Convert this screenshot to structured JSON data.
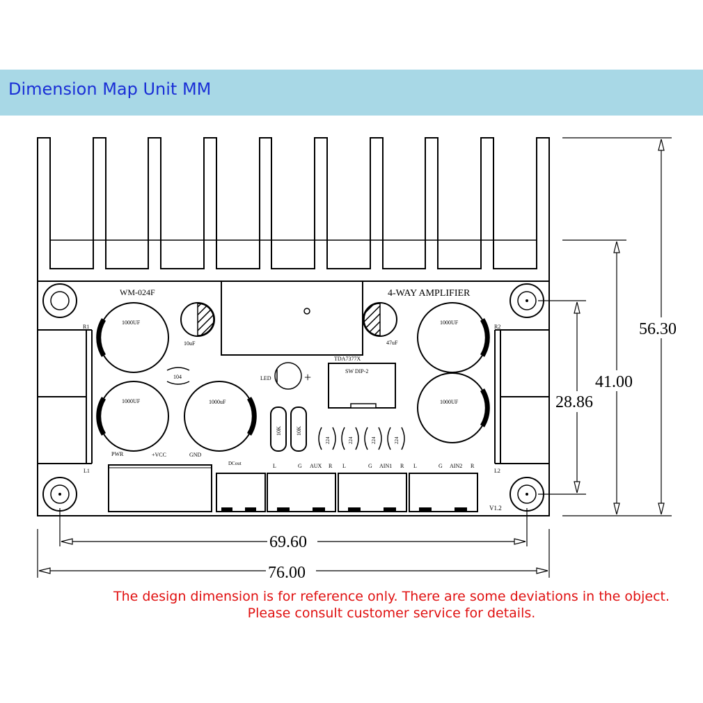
{
  "banner": {
    "title": "Dimension Map Unit MM",
    "background": "#a8d8e6",
    "title_color": "#1a2fd6"
  },
  "board": {
    "model": "WM-024F",
    "title": "4-WAY AMPLIFIER",
    "chip": "TDA7377X",
    "switch": "SW DIP-2",
    "version": "V1.2",
    "led": "LED",
    "plus": "+",
    "cap_104": "104",
    "cap_10uf": "10uF",
    "cap_47uf": "47uF",
    "cap_big": [
      "1000UF",
      "1000UF",
      "1000uF",
      "1000UF",
      "1000UF"
    ],
    "resistors": [
      "10K",
      "10K"
    ],
    "small_caps": [
      "224",
      "224",
      "224",
      "224"
    ],
    "side_labels": {
      "r1": "R1",
      "l1": "L1",
      "r2": "R2",
      "l2": "L2"
    },
    "terminal_labels": {
      "pwr": "PWR",
      "vcc": "+VCC",
      "gnd": "GND",
      "dcout": "DCout"
    },
    "connector_labels": [
      {
        "l": "L",
        "g": "G",
        "name": "AUX",
        "r": "R"
      },
      {
        "l": "L",
        "g": "G",
        "name": "AIN1",
        "r": "R"
      },
      {
        "l": "L",
        "g": "G",
        "name": "AIN2",
        "r": "R"
      }
    ]
  },
  "dimensions": {
    "total_height": "56.30",
    "hole_span_height": "41.00",
    "inner_height": "28.86",
    "hole_span_width": "69.60",
    "total_width": "76.00"
  },
  "notes": {
    "line1": "The design dimension is for reference only. There are some deviations in the object.",
    "line2": "Please consult customer service for details.",
    "color": "#e01010"
  }
}
